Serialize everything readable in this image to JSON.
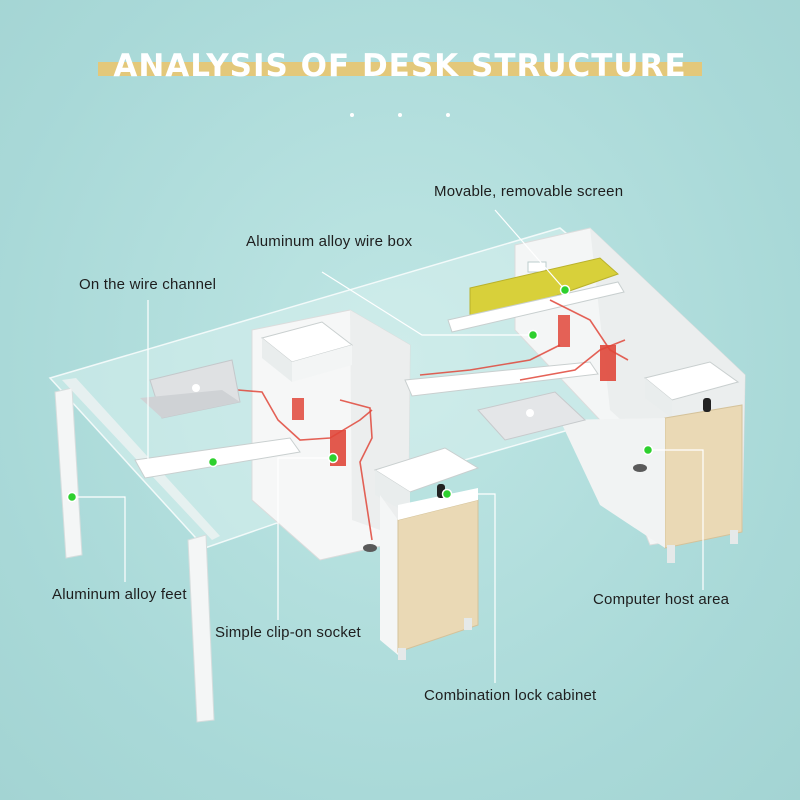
{
  "title": "ANALYSIS OF DESK STRUCTURE",
  "labels": {
    "screen": "Movable, removable screen",
    "wire_box": "Aluminum alloy wire box",
    "wire_channel": "On the wire channel",
    "feet": "Aluminum alloy feet",
    "socket": "Simple clip-on socket",
    "cabinet": "Combination lock cabinet",
    "host": "Computer host area"
  },
  "colors": {
    "title_bar": "#e3c87a",
    "background": "#aedcdc",
    "marker": "#2ed02e",
    "cable": "#e0473a",
    "wood": "#ead9b5",
    "screen_panel": "#d8d03a"
  },
  "icons": {
    "laptop_logo": "apple-logo"
  }
}
